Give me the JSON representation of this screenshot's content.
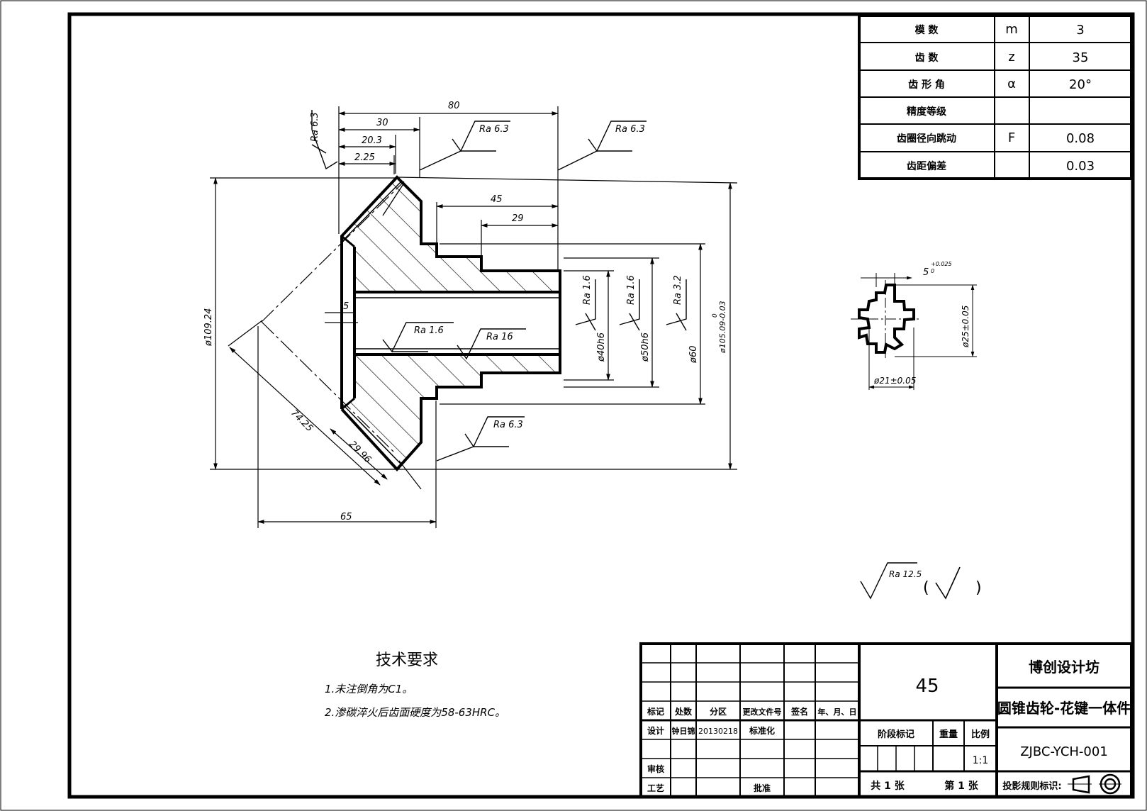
{
  "params_table": {
    "rows": [
      {
        "label": "模 数",
        "symbol": "m",
        "value": "3"
      },
      {
        "label": "齿 数",
        "symbol": "z",
        "value": "35"
      },
      {
        "label": "齿 形 角",
        "symbol": "α",
        "value": "20°"
      },
      {
        "label": "精度等级",
        "symbol": "",
        "value": ""
      },
      {
        "label": "齿圈径向跳动",
        "symbol": "F",
        "value": "0.08"
      },
      {
        "label": "齿距偏差",
        "symbol": "",
        "value": "0.03"
      }
    ]
  },
  "dimensions": {
    "d80": "80",
    "d30": "30",
    "d20_3": "20.3",
    "d2_25": "2.25",
    "d45": "45",
    "d29": "29",
    "d5": "5",
    "d65": "65",
    "d74_25": "74.25",
    "d29_96": "29.96",
    "dia109": "ø109.24",
    "dia40": "ø40h6",
    "dia50": "ø50h6",
    "dia60": "ø60",
    "dia105": "ø105.09-0.03",
    "dia105_upper": "0",
    "spline_width": "5",
    "spline_width_tol": "+0.025",
    "spline_width_tol2": "0",
    "spline_outer": "ø25±0.05",
    "spline_inner": "ø21±0.05"
  },
  "roughness": {
    "ra6_3": "Ra 6.3",
    "ra1_6": "Ra 1.6",
    "ra3_2": "Ra 3.2",
    "ra1_6_bore": "Ra 1.6",
    "ra16": "Ra 16",
    "general": "Ra 12.5",
    "general_paren_open": "(",
    "general_paren_close": ")"
  },
  "tech_requirements": {
    "title": "技术要求",
    "items": [
      "1.未注倒角为C1。",
      "2.渗碳淬火后齿面硬度为58-63HRC。"
    ]
  },
  "title_block": {
    "material": "45",
    "company": "博创设计坊",
    "part_name": "圆锥齿轮-花键一体件",
    "drawing_no": "ZJBC-YCH-001",
    "headers": [
      "标记",
      "处数",
      "分区",
      "更改文件号",
      "签名",
      "年、月、日"
    ],
    "design_label": "设计",
    "designer": "钟日锦",
    "date": "20130218",
    "standardize_label": "标准化",
    "stage_label": "阶段标记",
    "weight_label": "重量",
    "scale_label": "比例",
    "scale_value": "1:1",
    "review_label": "审核",
    "process_label": "工艺",
    "approve_label": "批准",
    "sheet_total": "共 1 张",
    "sheet_no": "第 1 张",
    "projection_label": "投影规则标识:"
  }
}
